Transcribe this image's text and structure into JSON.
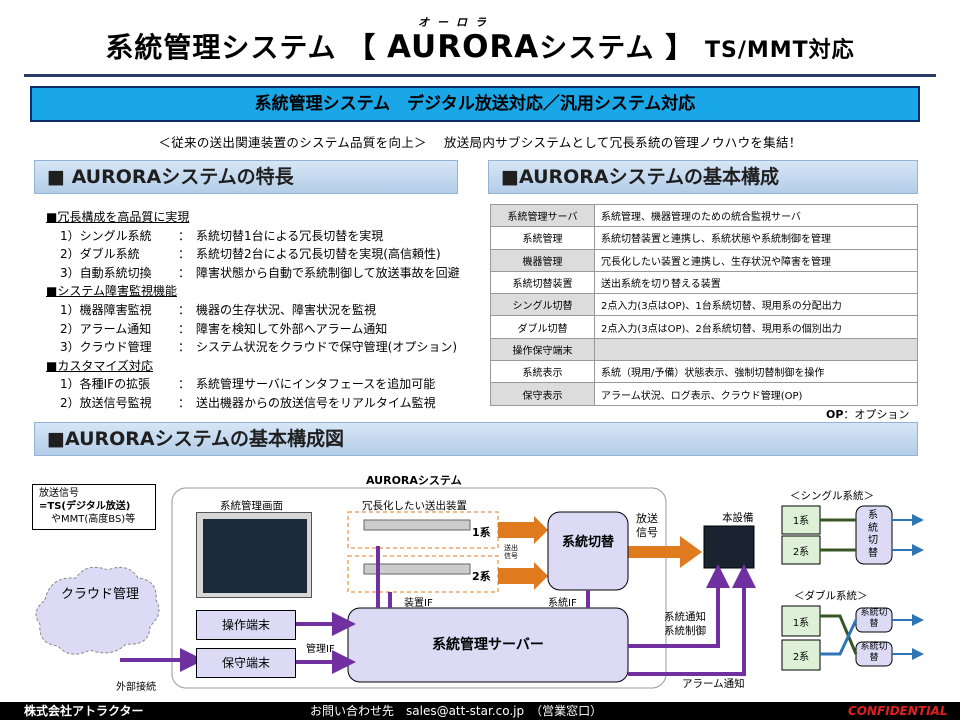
{
  "header": {
    "title_left": "系統管理システム 【",
    "title_brand": "AURORA",
    "title_right": "システム 】",
    "title_suffix": "TS/MMT対応",
    "ruby": "オーロラ"
  },
  "banner": "系統管理システム　デジタル放送対応／汎用システム対応",
  "lead": "＜従来の送出関連装置のシステム品質を向上＞　 放送局内サブシステムとして冗長系統の管理ノウハウを集結！",
  "sections": {
    "features": "■ AURORAシステムの特長",
    "basic": "■AURORAシステムの基本構成",
    "diagram": "■AURORAシステムの基本構成図"
  },
  "features": [
    {
      "heading": "■冗長構成を高品質に実現",
      "items": [
        {
          "name": "1）シングル系統",
          "desc": "系統切替1台による冗長切替を実現"
        },
        {
          "name": "2）ダブル系統",
          "desc": "系統切替2台による冗長切替を実現(高信頼性)"
        },
        {
          "name": "3）自動系統切換",
          "desc": "障害状態から自動で系統制御して放送事故を回避"
        }
      ]
    },
    {
      "heading": "■システム障害監視機能",
      "items": [
        {
          "name": "1）機器障害監視",
          "desc": "機器の生存状況、障害状況を監視"
        },
        {
          "name": "2）アラーム通知",
          "desc": "障害を検知して外部へアラーム通知"
        },
        {
          "name": "3）クラウド管理",
          "desc": "システム状況をクラウドで保守管理(オプション)"
        }
      ]
    },
    {
      "heading": "■カスタマイズ対応",
      "items": [
        {
          "name": "1）各種IFの拡張",
          "desc": "系統管理サーバにインタフェースを追加可能"
        },
        {
          "name": "2）放送信号監視",
          "desc": "送出機器からの放送信号をリアルタイム監視"
        }
      ]
    }
  ],
  "colon": "：",
  "table": [
    {
      "key": "系統管理サーバ",
      "val": "系統管理、機器管理のための統合監視サーバ"
    },
    {
      "key": "系統管理",
      "val": "系統切替装置と連携し、系統状態や系統制御を管理"
    },
    {
      "key": "機器管理",
      "val": "冗長化したい装置と連携し、生存状況や障害を管理"
    },
    {
      "key": "系統切替装置",
      "val": "送出系統を切り替える装置"
    },
    {
      "key": "シングル切替",
      "val": "2点入力(3点はOP)、1台系統切替、現用系の分配出力"
    },
    {
      "key": "ダブル切替",
      "val": "2点入力(3点はOP)、2台系統切替、現用系の個別出力"
    },
    {
      "key": "操作保守端末",
      "val": ""
    },
    {
      "key": "系統表示",
      "val": "系統（現用/予備）状態表示、強制切替制御を操作"
    },
    {
      "key": "保守表示",
      "val": "アラーム状況、ログ表示、クラウド管理(OP)"
    }
  ],
  "op_note": {
    "bold": "OP",
    "text": "：オプション"
  },
  "diagram": {
    "signal_note": [
      "放送信号",
      "=TS(デジタル放送)",
      "やMMT(高度BS)等"
    ],
    "aurora_label": "AURORAシステム",
    "mgmt_screen": "系統管理画面",
    "redundant": "冗長化したい送出装置",
    "sys1": "1系",
    "sys2": "2系",
    "send_signal_small": "送出信号",
    "switch": "系統切替",
    "broadcast_signal": "放送信号",
    "main_equipment": "本設備",
    "device_if": "装置IF",
    "system_if": "系統IF",
    "server": "系統管理サーバー",
    "op_terminal": "操作端末",
    "maint_terminal": "保守端末",
    "mgmt_if": "管理IF",
    "cloud": "クラウド管理",
    "ext_conn": "外部接続",
    "sys_notify": "系統通知",
    "sys_control": "系統制御",
    "alarm_notify": "アラーム通知",
    "single_label": "＜シングル系統＞",
    "double_label": "＜ダブル系統＞",
    "switch_short": "系統切替",
    "switch_v": "系統切替"
  },
  "footer": {
    "company": "株式会社アトラクター",
    "contact": "お問い合わせ先　sales@att-star.co.jp　（営業窓口）",
    "confidential": "CONFIDENTIAL"
  },
  "colors": {
    "banner": "#1aa7e8",
    "accent": "#e07a1f",
    "purple": "#7030a0",
    "node_green": "#dff0d8",
    "node_lavender": "#dcdaf5"
  }
}
